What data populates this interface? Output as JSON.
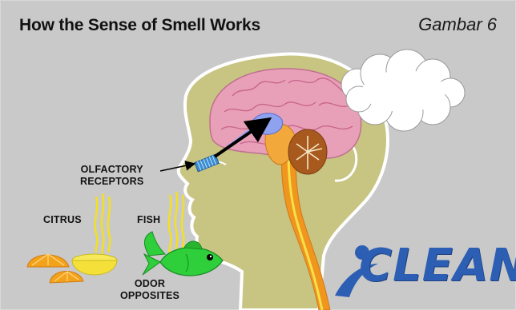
{
  "title": "How the Sense of Smell Works",
  "figure_label": "Gambar 6",
  "labels": {
    "olfactory": [
      "OLFACTORY",
      "RECEPTORS"
    ],
    "citrus": "CITRUS",
    "fish": "FISH",
    "odor": [
      "ODOR",
      "OPPOSITES"
    ]
  },
  "logo": {
    "icon": "i-dot-swoosh-icon",
    "text": "CLEAN"
  },
  "colors": {
    "background": "#c9c9c9",
    "head": "#c8c482",
    "brain": "#e8a0b8",
    "cerebellum": "#a85a1e",
    "spine": "#f0961e",
    "receptors": "#3c8cd0",
    "citrus": "#f3a21c",
    "lemon": "#f5e03a",
    "fish": "#2ecf3a",
    "odor_waves": "#f5e11a",
    "logo": "#2c5fb4"
  }
}
